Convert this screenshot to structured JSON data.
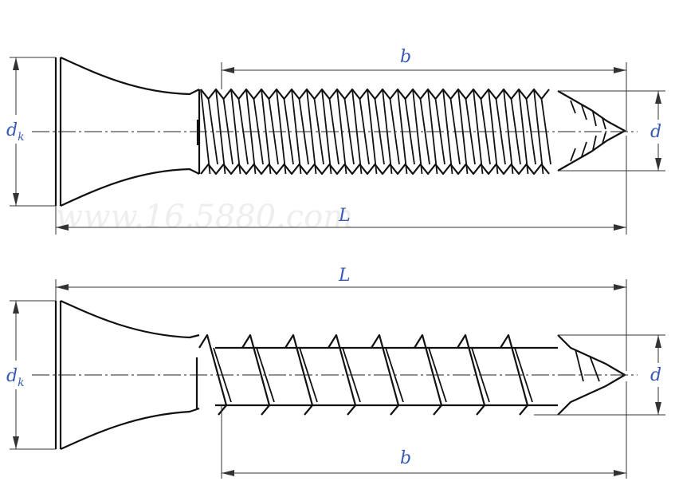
{
  "watermark": "www.16.5880.com",
  "diagrams": [
    {
      "id": "fine-thread",
      "labels": {
        "dk": "d",
        "dk_sub": "k",
        "d": "d",
        "b": "b",
        "L": "L"
      }
    },
    {
      "id": "coarse-thread",
      "labels": {
        "dk": "d",
        "dk_sub": "k",
        "d": "d",
        "b": "b",
        "L": "L"
      }
    }
  ]
}
